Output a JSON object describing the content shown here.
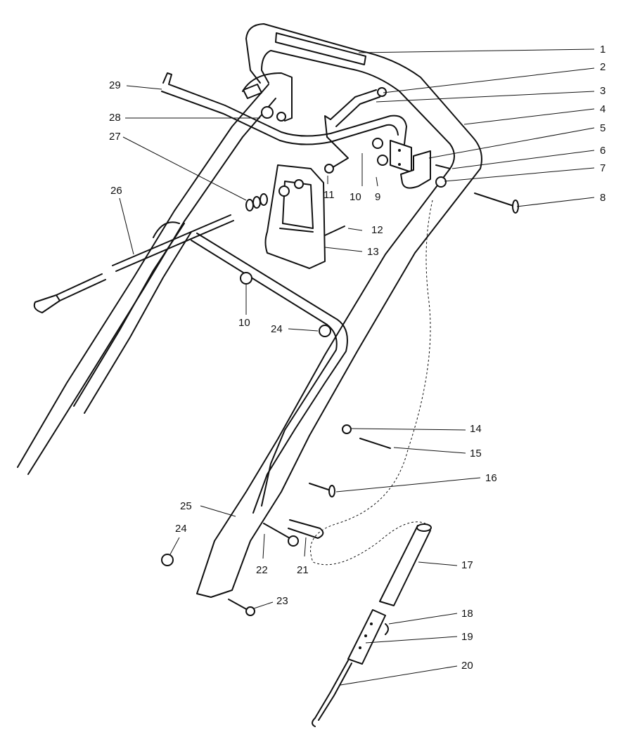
{
  "callouts": [
    {
      "id": "c1",
      "label": "1"
    },
    {
      "id": "c2",
      "label": "2"
    },
    {
      "id": "c3",
      "label": "3"
    },
    {
      "id": "c4",
      "label": "4"
    },
    {
      "id": "c5",
      "label": "5"
    },
    {
      "id": "c6",
      "label": "6"
    },
    {
      "id": "c7",
      "label": "7"
    },
    {
      "id": "c8",
      "label": "8"
    },
    {
      "id": "c9",
      "label": "9"
    },
    {
      "id": "c10a",
      "label": "10"
    },
    {
      "id": "c10b",
      "label": "10"
    },
    {
      "id": "c11",
      "label": "11"
    },
    {
      "id": "c12",
      "label": "12"
    },
    {
      "id": "c13",
      "label": "13"
    },
    {
      "id": "c14",
      "label": "14"
    },
    {
      "id": "c15",
      "label": "15"
    },
    {
      "id": "c16",
      "label": "16"
    },
    {
      "id": "c17",
      "label": "17"
    },
    {
      "id": "c18",
      "label": "18"
    },
    {
      "id": "c19",
      "label": "19"
    },
    {
      "id": "c20",
      "label": "20"
    },
    {
      "id": "c21",
      "label": "21"
    },
    {
      "id": "c22",
      "label": "22"
    },
    {
      "id": "c23",
      "label": "23"
    },
    {
      "id": "c24a",
      "label": "24"
    },
    {
      "id": "c24b",
      "label": "24"
    },
    {
      "id": "c25",
      "label": "25"
    },
    {
      "id": "c26",
      "label": "26"
    },
    {
      "id": "c27",
      "label": "27"
    },
    {
      "id": "c28",
      "label": "28"
    },
    {
      "id": "c29",
      "label": "29"
    }
  ]
}
